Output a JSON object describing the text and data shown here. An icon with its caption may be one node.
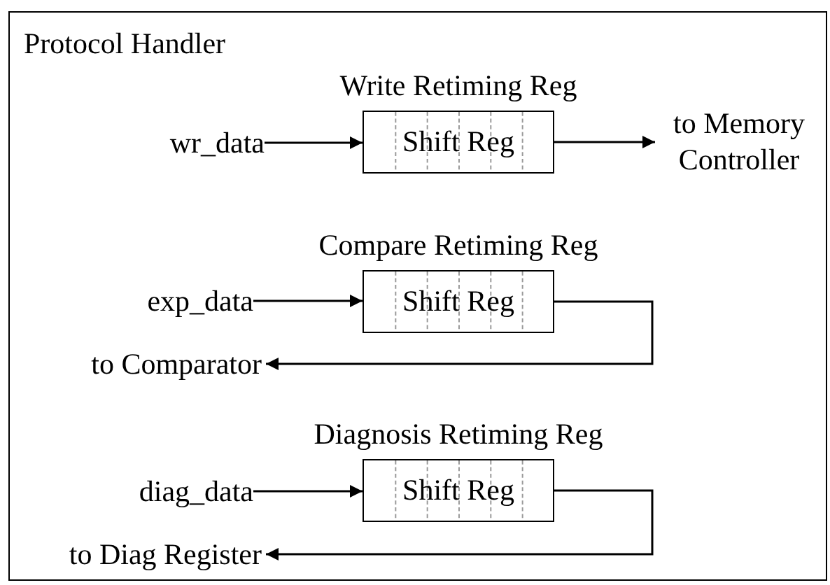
{
  "diagram": {
    "nodes": [
      {
        "text": [
          "Protocol Handler"
        ]
      },
      {
        "text": [
          "wr_data"
        ],
        "in": 0
      },
      {
        "text": [
          "Write Retiming Reg",
          "Shift Reg"
        ],
        "in": 0
      },
      {
        "text": [
          "to Memory Controller"
        ],
        "in": 0
      },
      {
        "text": [
          "exp_data"
        ],
        "in": 0
      },
      {
        "text": [
          "Compare Retiming Reg",
          "Shift Reg"
        ],
        "in": 0
      },
      {
        "text": [
          "to Comparator"
        ],
        "in": 0
      },
      {
        "text": [
          "diag_data"
        ],
        "in": 0
      },
      {
        "text": [
          "Diagnosis Retiming Reg",
          "Shift Reg"
        ],
        "in": 0
      },
      {
        "text": [
          "to Diag Register"
        ],
        "in": 0
      }
    ],
    "edges": [
      {
        "from": 1,
        "to": 2,
        "arrow": "to"
      },
      {
        "from": 2,
        "to": 3,
        "arrow": "to"
      },
      {
        "from": 4,
        "to": 5,
        "arrow": "to"
      },
      {
        "from": 5,
        "to": 6,
        "arrow": "to"
      },
      {
        "from": 7,
        "to": 8,
        "arrow": "to"
      },
      {
        "from": 8,
        "to": 9,
        "arrow": "to"
      }
    ]
  }
}
